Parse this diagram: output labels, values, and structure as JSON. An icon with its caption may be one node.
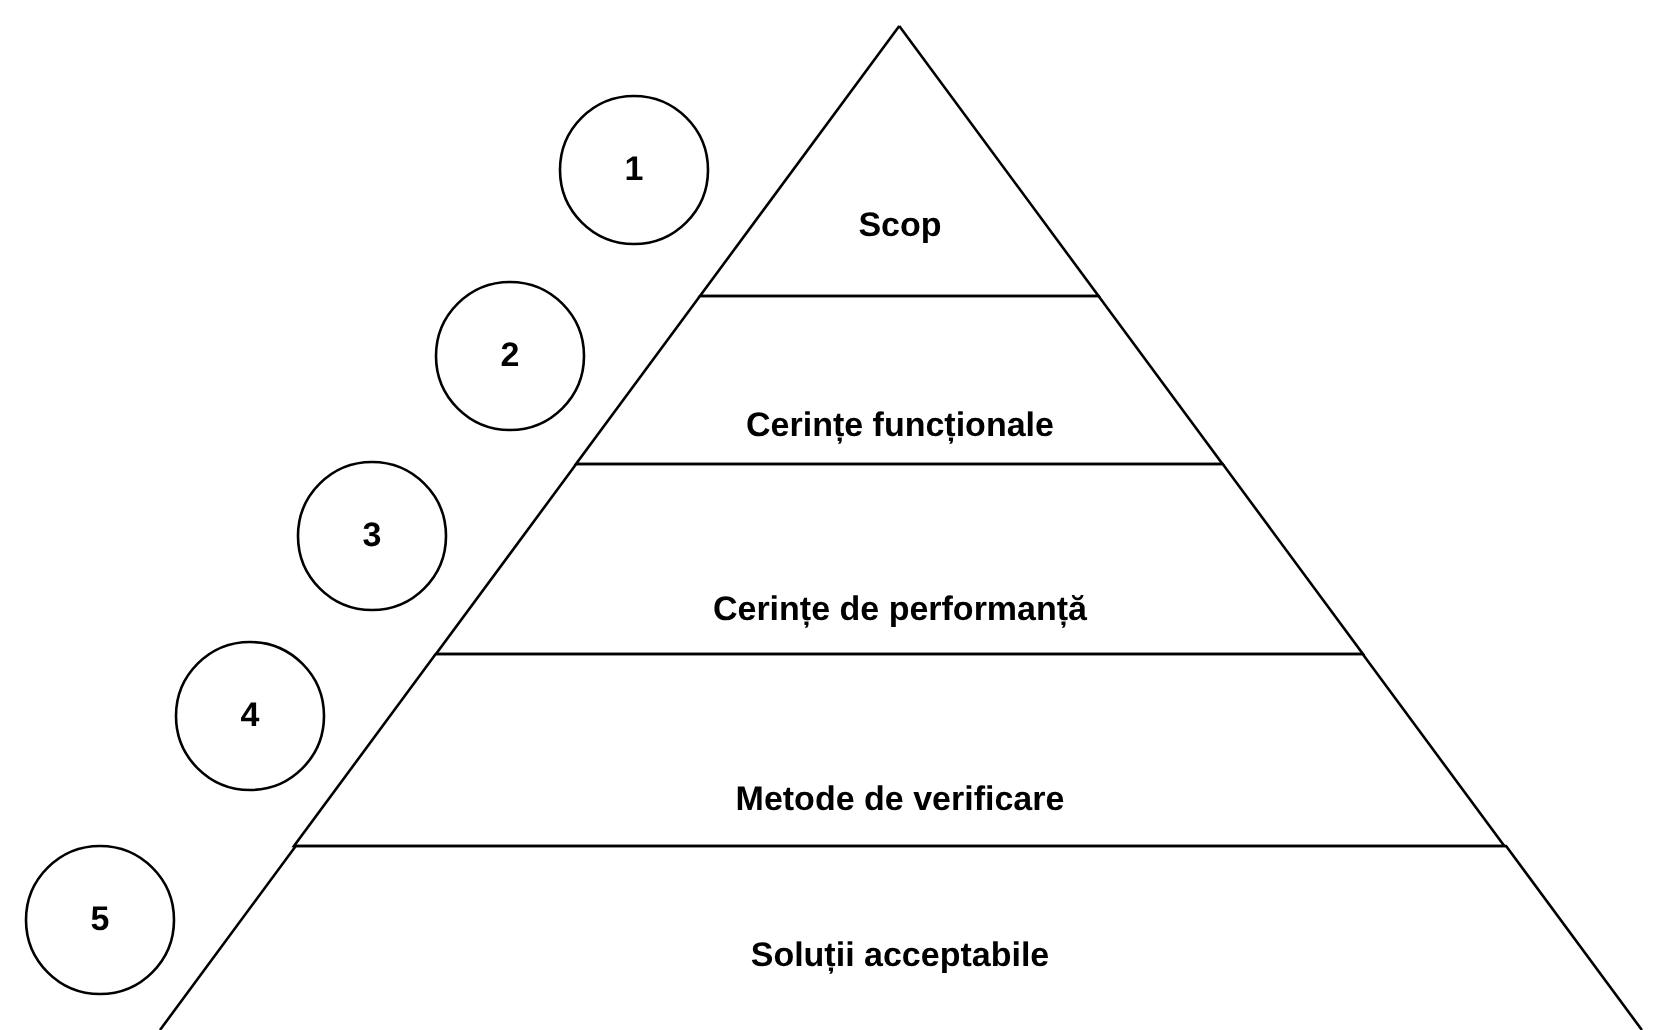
{
  "diagram": {
    "nodes": [
      {
        "text": [
          "1"
        ]
      },
      {
        "text": [
          "Scop"
        ]
      },
      {
        "text": [
          "2"
        ]
      },
      {
        "text": [
          "Cerințe funcționale"
        ]
      },
      {
        "text": [
          "3"
        ]
      },
      {
        "text": [
          "Cerințe de performanță"
        ]
      },
      {
        "text": [
          "4"
        ]
      },
      {
        "text": [
          "Metode de verificare"
        ]
      },
      {
        "text": [
          "5"
        ]
      },
      {
        "text": [
          "Soluții acceptabile"
        ]
      }
    ]
  }
}
